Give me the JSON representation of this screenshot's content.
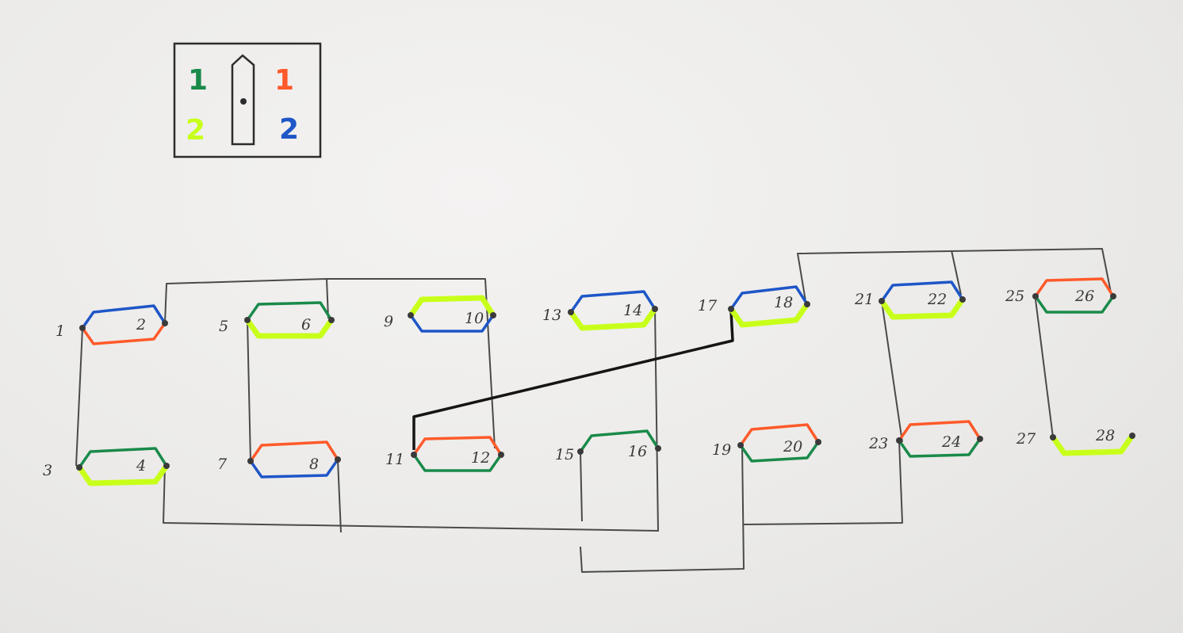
{
  "legend": {
    "left_top": "1",
    "left_bottom": "2",
    "right_top": "1",
    "right_bottom": "2",
    "colors": {
      "left_top": "#1a8a4a",
      "left_bottom": "#c8ff1a",
      "right_top": "#ff5a2a",
      "right_bottom": "#1e56c8"
    }
  },
  "switches": [
    {
      "a": "1",
      "b": "2",
      "top": "right_bottom",
      "bottom": "right_top"
    },
    {
      "a": "5",
      "b": "6",
      "top": "left_top",
      "bottom": "left_bottom"
    },
    {
      "a": "9",
      "b": "10",
      "top": "left_bottom",
      "bottom": "right_bottom"
    },
    {
      "a": "13",
      "b": "14",
      "top": "right_bottom",
      "bottom": "left_bottom"
    },
    {
      "a": "17",
      "b": "18",
      "top": "right_bottom",
      "bottom": "left_bottom"
    },
    {
      "a": "21",
      "b": "22",
      "top": "right_bottom",
      "bottom": "left_bottom"
    },
    {
      "a": "25",
      "b": "26",
      "top": "right_top",
      "bottom": "left_top"
    },
    {
      "a": "3",
      "b": "4",
      "top": "left_top",
      "bottom": "left_bottom"
    },
    {
      "a": "7",
      "b": "8",
      "top": "right_top",
      "bottom": "right_bottom"
    },
    {
      "a": "11",
      "b": "12",
      "top": "right_top",
      "bottom": "left_top"
    },
    {
      "a": "15",
      "b": "16",
      "top": "left_top",
      "bottom": "none"
    },
    {
      "a": "19",
      "b": "20",
      "top": "right_top",
      "bottom": "left_top"
    },
    {
      "a": "23",
      "b": "24",
      "top": "right_top",
      "bottom": "left_top"
    },
    {
      "a": "27",
      "b": "28",
      "top": "none",
      "bottom": "left_bottom"
    }
  ]
}
